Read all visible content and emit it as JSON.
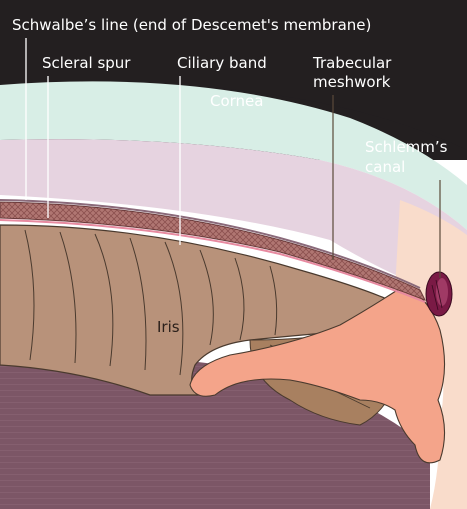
{
  "labels": {
    "schwalbe": "Schwalbe’s line (end of Descemet's membrane)",
    "scleral_spur": "Scleral spur",
    "ciliary_band": "Ciliary band",
    "trabecular_1": "Trabecular",
    "trabecular_2": "meshwork",
    "cornea": "Cornea",
    "schlemm_1": "Schlemm’s",
    "schlemm_2": "canal",
    "iris": "Iris"
  },
  "colors": {
    "background_dark": "#231f20",
    "cornea": "#d8eee6",
    "sclera_tint": "#e6d3e0",
    "trabecular": "#b77c78",
    "iris": "#b8927a",
    "lens": "#7c5666",
    "ciliary_orange": "#f4a48a",
    "schlemm": "#7a1a45"
  }
}
